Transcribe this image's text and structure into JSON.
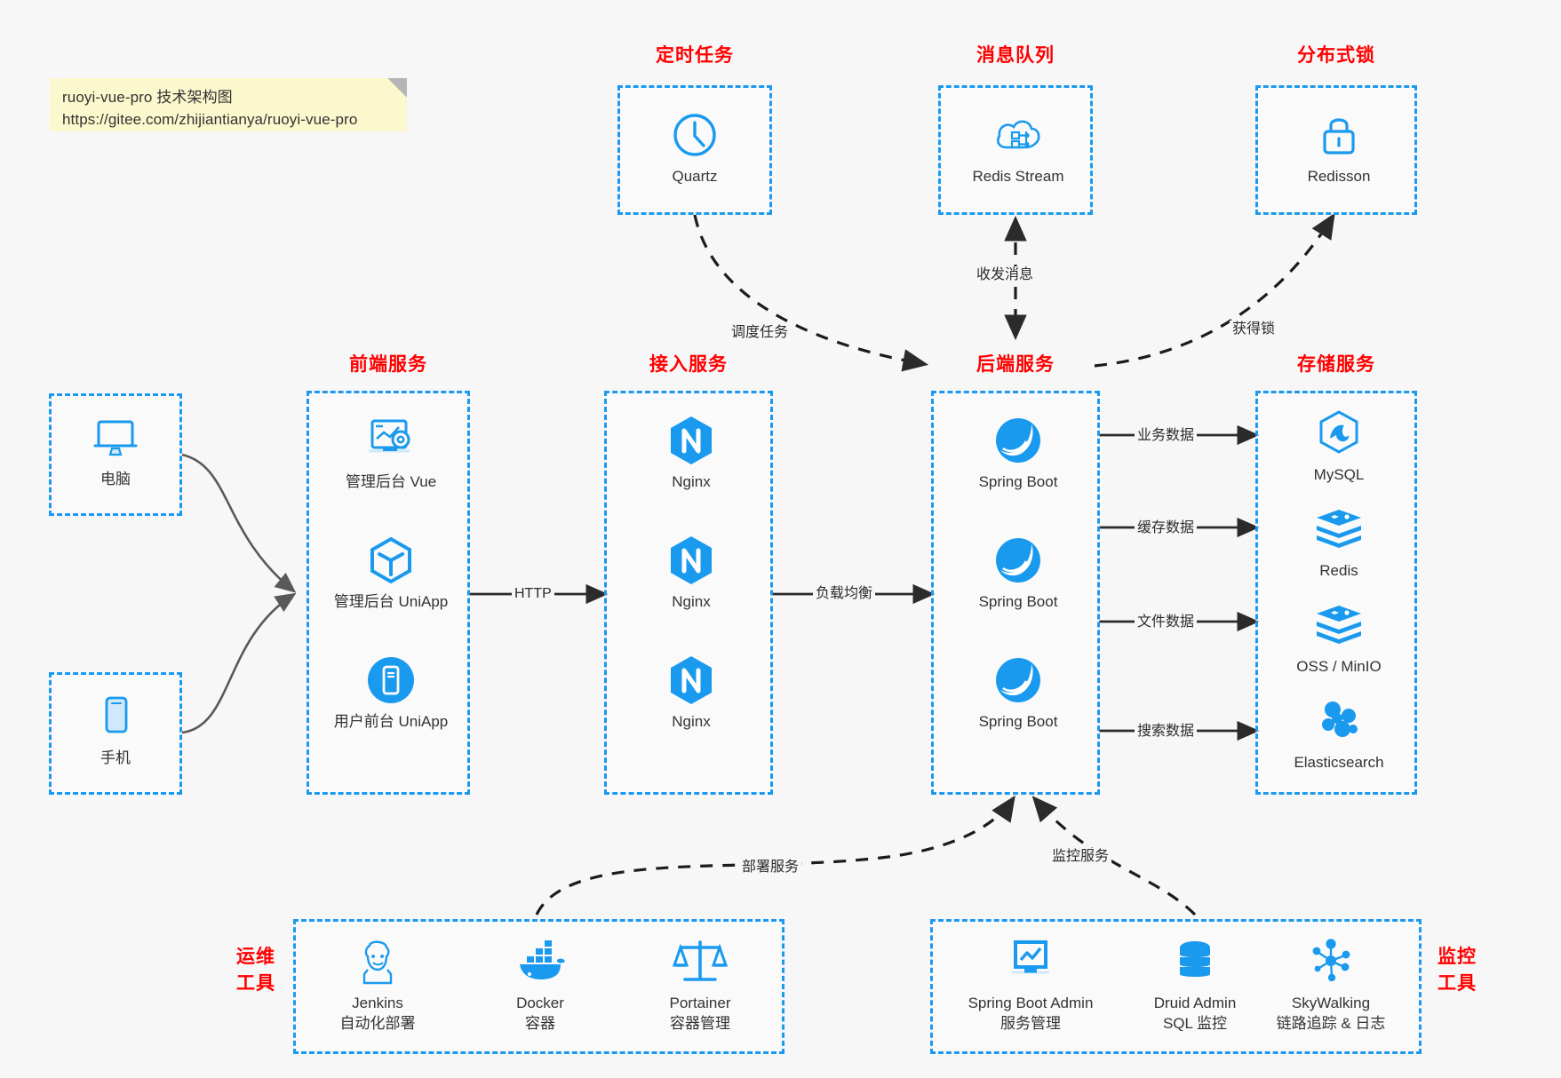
{
  "note": {
    "line1": "ruoyi-vue-pro 技术架构图",
    "line2": "https://gitee.com/zhijiantianya/ruoyi-vue-pro"
  },
  "colors": {
    "accent": "#1a9aef",
    "title": "#ff0000",
    "text": "#333333",
    "background": "#f7f7f7",
    "note_bg": "#fbf8cd",
    "edge": "#2b2b2b",
    "client_edge": "#595959"
  },
  "groups": {
    "scheduler": {
      "title": "定时任务",
      "nodes": [
        {
          "label": "Quartz",
          "icon": "clock-icon"
        }
      ]
    },
    "mq": {
      "title": "消息队列",
      "nodes": [
        {
          "label": "Redis Stream",
          "icon": "cloud-network-icon"
        }
      ]
    },
    "lock": {
      "title": "分布式锁",
      "nodes": [
        {
          "label": "Redisson",
          "icon": "lock-icon"
        }
      ]
    },
    "clients": {
      "nodes": [
        {
          "label": "电脑",
          "icon": "desktop-icon"
        },
        {
          "label": "手机",
          "icon": "mobile-icon"
        }
      ]
    },
    "frontend": {
      "title": "前端服务",
      "nodes": [
        {
          "label": "管理后台 Vue",
          "icon": "dashboard-settings-icon"
        },
        {
          "label": "管理后台 UniApp",
          "icon": "cube-icon"
        },
        {
          "label": "用户前台 UniApp",
          "icon": "mobile-app-icon"
        }
      ]
    },
    "gateway": {
      "title": "接入服务",
      "nodes": [
        {
          "label": "Nginx",
          "icon": "nginx-icon"
        },
        {
          "label": "Nginx",
          "icon": "nginx-icon"
        },
        {
          "label": "Nginx",
          "icon": "nginx-icon"
        }
      ]
    },
    "backend": {
      "title": "后端服务",
      "nodes": [
        {
          "label": "Spring Boot",
          "icon": "spring-boot-icon"
        },
        {
          "label": "Spring Boot",
          "icon": "spring-boot-icon"
        },
        {
          "label": "Spring Boot",
          "icon": "spring-boot-icon"
        }
      ]
    },
    "storage": {
      "title": "存储服务",
      "nodes": [
        {
          "label": "MySQL",
          "icon": "mysql-icon"
        },
        {
          "label": "Redis",
          "icon": "redis-icon"
        },
        {
          "label": "OSS / MinIO",
          "icon": "oss-icon"
        },
        {
          "label": "Elasticsearch",
          "icon": "elasticsearch-icon"
        }
      ]
    },
    "devops": {
      "title": "运维\n工具",
      "title_line1": "运维",
      "title_line2": "工具",
      "nodes": [
        {
          "label": "Jenkins",
          "sub": "自动化部署",
          "icon": "jenkins-icon"
        },
        {
          "label": "Docker",
          "sub": "容器",
          "icon": "docker-icon"
        },
        {
          "label": "Portainer",
          "sub": "容器管理",
          "icon": "scales-icon"
        }
      ]
    },
    "monitor": {
      "title_line1": "监控",
      "title_line2": "工具",
      "nodes": [
        {
          "label": "Spring Boot Admin",
          "sub": "服务管理",
          "icon": "monitor-chart-icon"
        },
        {
          "label": "Druid Admin",
          "sub": "SQL 监控",
          "icon": "database-icon"
        },
        {
          "label": "SkyWalking",
          "sub": "链路追踪 & 日志",
          "icon": "skywalking-icon"
        }
      ]
    }
  },
  "edges": [
    {
      "id": "e-http",
      "label": "HTTP",
      "from": "frontend",
      "to": "gateway"
    },
    {
      "id": "e-lb",
      "label": "负载均衡",
      "from": "gateway",
      "to": "backend"
    },
    {
      "id": "e-schedule",
      "label": "调度任务",
      "from": "scheduler",
      "to": "backend"
    },
    {
      "id": "e-mq",
      "label": "收发消息",
      "from": "mq",
      "to": "backend"
    },
    {
      "id": "e-lock",
      "label": "获得锁",
      "from": "backend",
      "to": "lock"
    },
    {
      "id": "e-biz",
      "label": "业务数据",
      "from": "backend",
      "to": "storage"
    },
    {
      "id": "e-cache",
      "label": "缓存数据",
      "from": "backend",
      "to": "storage"
    },
    {
      "id": "e-file",
      "label": "文件数据",
      "from": "backend",
      "to": "storage"
    },
    {
      "id": "e-search",
      "label": "搜索数据",
      "from": "backend",
      "to": "storage"
    },
    {
      "id": "e-deploy",
      "label": "部署服务",
      "from": "devops",
      "to": "backend"
    },
    {
      "id": "e-monitor",
      "label": "监控服务",
      "from": "monitor",
      "to": "backend"
    }
  ]
}
